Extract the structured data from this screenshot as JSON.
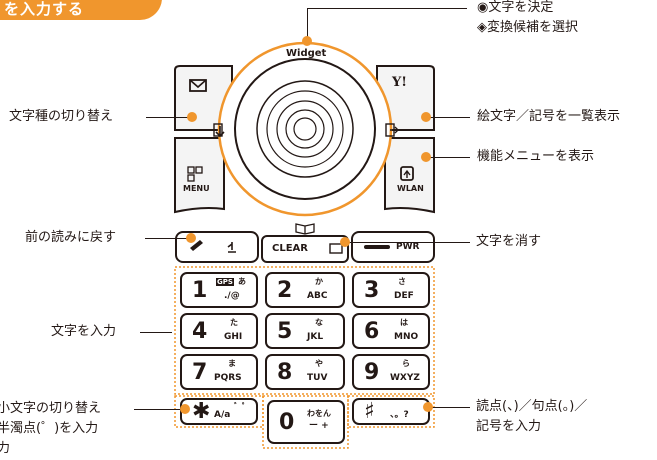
{
  "header": {
    "title": "を入力する"
  },
  "callouts": {
    "decide": "◉文字を決定",
    "select": "◈変換候補を選択",
    "char_type": "文字種の切り替え",
    "emoji": "絵文字／記号を一覧表示",
    "func_menu": "機能メニューを表示",
    "back": "前の読みに戻す",
    "erase": "文字を消す",
    "input": "文字を入力",
    "small_1": "小文字の切り替え",
    "small_2": "半濁点(゜)を入力",
    "small_3": "力",
    "punct_1": "読点(、)／句点(。)／",
    "punct_2": "記号を入力"
  },
  "phone": {
    "widget": "Widget",
    "clear": "CLEAR",
    "pwr": "PWR",
    "menu": "MENU",
    "wlan": "WLAN",
    "yahoo": "Y!",
    "keys": [
      {
        "big": "1",
        "kana": "あ",
        "sub": "./@",
        "badge": "GPS"
      },
      {
        "big": "2",
        "kana": "か",
        "sub": "ABC"
      },
      {
        "big": "3",
        "kana": "さ",
        "sub": "DEF"
      },
      {
        "big": "4",
        "kana": "た",
        "sub": "GHI"
      },
      {
        "big": "5",
        "kana": "な",
        "sub": "JKL"
      },
      {
        "big": "6",
        "kana": "は",
        "sub": "MNO"
      },
      {
        "big": "7",
        "kana": "ま",
        "sub": "PQRS"
      },
      {
        "big": "8",
        "kana": "や",
        "sub": "TUV"
      },
      {
        "big": "9",
        "kana": "ら",
        "sub": "WXYZ"
      },
      {
        "big": "✱",
        "kana": "゛゜",
        "sub": "A/a"
      },
      {
        "big": "0",
        "kana": "わをん",
        "sub": "ー +"
      },
      {
        "big": "♯",
        "kana": "",
        "sub": "、。?"
      }
    ]
  }
}
